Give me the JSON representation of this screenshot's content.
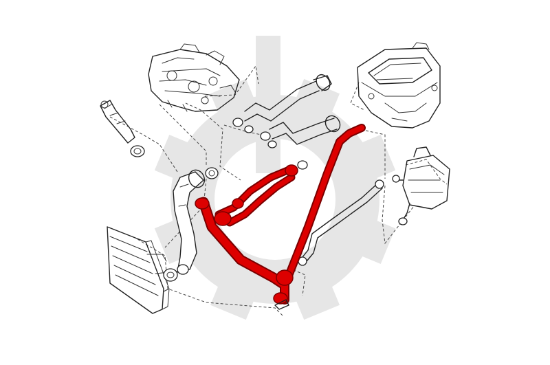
{
  "diagram": {
    "watermark": {
      "kind": "gear-logo-watermark",
      "color": "#e6e6e6"
    },
    "colors": {
      "highlight": "#dd0000",
      "line_art": "#222222",
      "background": "#ffffff"
    },
    "components": [
      {
        "id": "engine-block",
        "highlighted": false
      },
      {
        "id": "heater-box",
        "highlighted": false
      },
      {
        "id": "radiator",
        "highlighted": false
      },
      {
        "id": "expansion-tank",
        "highlighted": false
      },
      {
        "id": "thermostat-housing",
        "highlighted": false
      },
      {
        "id": "upper-radiator-hose",
        "highlighted": false
      },
      {
        "id": "heater-hose-upper",
        "highlighted": false
      },
      {
        "id": "heater-hose-lower",
        "highlighted": false
      },
      {
        "id": "expansion-tank-hose",
        "highlighted": false
      },
      {
        "id": "coolant-hose-assembly",
        "highlighted": true
      }
    ]
  }
}
